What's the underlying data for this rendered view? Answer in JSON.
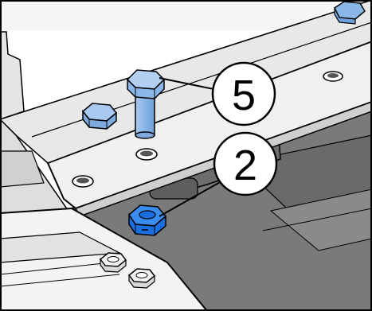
{
  "callouts": [
    {
      "id": "callout-5",
      "label": "5",
      "part": "hex-bolt"
    },
    {
      "id": "callout-2",
      "label": "2",
      "part": "hex-nut"
    }
  ],
  "colors": {
    "highlight_bolt": "#8ab6e8",
    "highlight_nut": "#1a6fe0",
    "outline": "#000000",
    "panel_light": "#f2f2f2",
    "panel_mid": "#d9d9d9",
    "panel_dark": "#8c8c8c",
    "floor": "#7a7a7a"
  }
}
